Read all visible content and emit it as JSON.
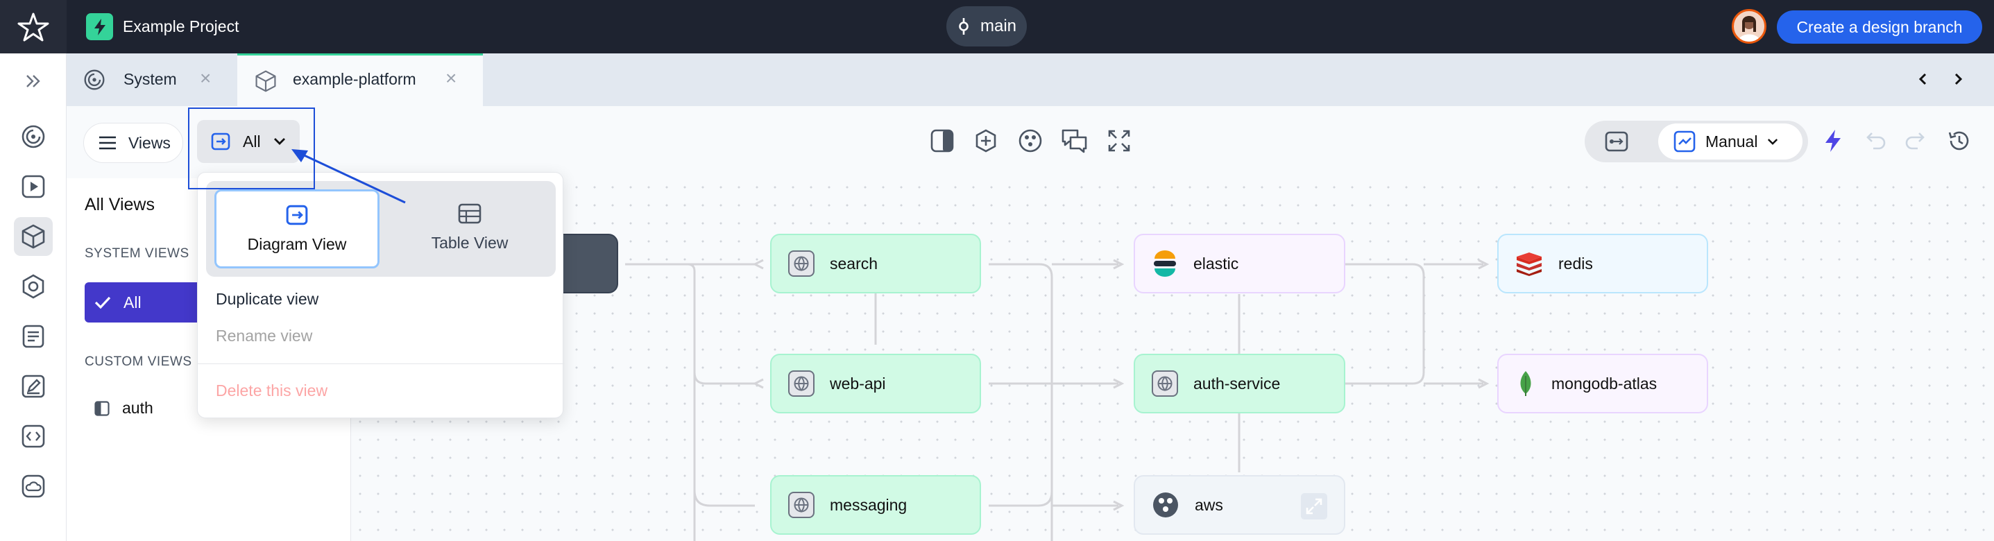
{
  "topbar": {
    "project_name": "Example Project",
    "branch": "main",
    "cta_label": "Create a design branch"
  },
  "tabs": [
    {
      "label": "System",
      "icon": "radar-icon"
    },
    {
      "label": "example-platform",
      "icon": "cube-icon"
    }
  ],
  "toolbar": {
    "views_label": "Views",
    "view_select_label": "All",
    "layout_mode": "Manual"
  },
  "left_panel": {
    "title": "All Views",
    "system_section": "SYSTEM VIEWS",
    "system_items": [
      {
        "label": "All"
      }
    ],
    "custom_section": "CUSTOM VIEWS",
    "custom_items": [
      {
        "label": "auth"
      }
    ]
  },
  "dropdown": {
    "options": [
      {
        "label": "Diagram View",
        "selected": true
      },
      {
        "label": "Table View",
        "selected": false
      }
    ],
    "actions": [
      {
        "label": "Duplicate view",
        "state": "enabled"
      },
      {
        "label": "Rename view",
        "state": "disabled"
      },
      {
        "label": "Delete this view",
        "state": "disabled"
      }
    ]
  },
  "diagram": {
    "nodes": [
      {
        "label": "search",
        "kind": "service"
      },
      {
        "label": "web-api",
        "kind": "service"
      },
      {
        "label": "messaging",
        "kind": "service"
      },
      {
        "label": "elastic",
        "kind": "external"
      },
      {
        "label": "auth-service",
        "kind": "service"
      },
      {
        "label": "aws",
        "kind": "group"
      },
      {
        "label": "redis",
        "kind": "external"
      },
      {
        "label": "mongodb-atlas",
        "kind": "external"
      }
    ]
  },
  "colors": {
    "topbar_bg": "#1e2330",
    "accent_blue": "#2563eb",
    "service_green": "#d1fae5",
    "selected_view": "#4338ca",
    "annotation": "#1d4ed8"
  }
}
